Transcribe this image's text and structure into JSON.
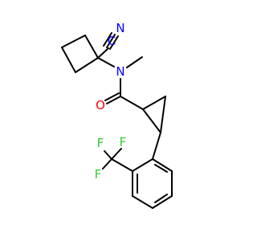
{
  "molecule": {
    "atoms": [
      {
        "id": "N_nitrile",
        "label": "N",
        "color": "#0000ff"
      },
      {
        "id": "C_nitrile",
        "label": "C",
        "color": "#0000ff"
      },
      {
        "id": "N_amide",
        "label": "N",
        "color": "#0000ff"
      },
      {
        "id": "O_carbonyl",
        "label": "O",
        "color": "#ff0000"
      },
      {
        "id": "F_1",
        "label": "F",
        "color": "#33cc33"
      },
      {
        "id": "F_2",
        "label": "F",
        "color": "#33cc33"
      },
      {
        "id": "F_3",
        "label": "F",
        "color": "#33cc33"
      }
    ],
    "bond_color": "#000000"
  }
}
